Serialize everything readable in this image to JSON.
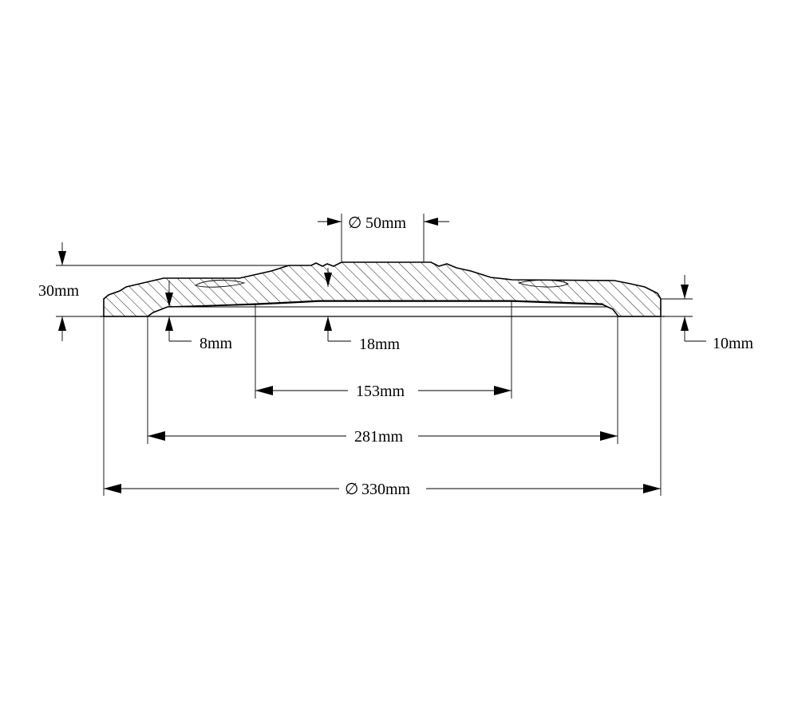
{
  "drawing": {
    "dimensions": {
      "center_diameter": "50mm",
      "height_total": "30mm",
      "edge_thickness": "10mm",
      "recess_depth": "8mm",
      "center_thickness": "18mm",
      "inner_width": "153mm",
      "mid_width": "281mm",
      "outer_diameter": "330mm"
    },
    "diameter_symbol": "∅",
    "colors": {
      "line": "#000000",
      "background": "#ffffff"
    }
  }
}
